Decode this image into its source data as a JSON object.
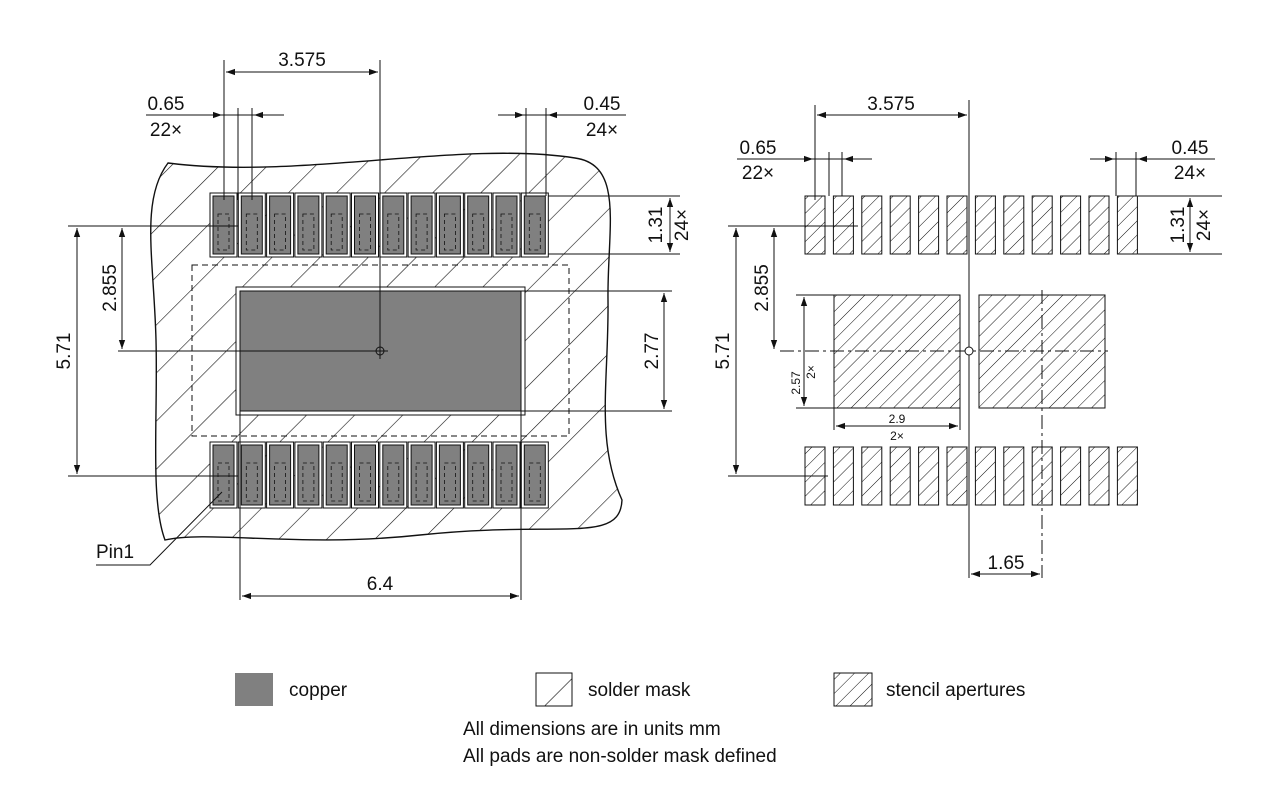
{
  "footprint": {
    "pin1_label": "Pin1",
    "pad_pitch": "0.65",
    "pad_pitch_count": "22×",
    "pad_width": "0.45",
    "pad_width_count": "24×",
    "pad_length": "1.31",
    "pad_length_count": "24×",
    "center_to_edge": "3.575",
    "row_to_center": "2.855",
    "row_to_row": "5.71",
    "exposed_pad_height": "2.77",
    "exposed_pad_width": "6.4",
    "stencil_aperture_height": "2.57",
    "stencil_aperture_height_count": "2×",
    "stencil_aperture_width": "2.9",
    "stencil_aperture_width_count": "2×",
    "stencil_aperture_offset": "1.65"
  },
  "legend": {
    "copper": "copper",
    "solder_mask": "solder mask",
    "stencil": "stencil apertures"
  },
  "notes": {
    "units": "All dimensions are in units mm",
    "pads": "All pads are non-solder mask defined"
  },
  "colors": {
    "copper": "#808080",
    "line": "#111111",
    "background": "#ffffff"
  }
}
